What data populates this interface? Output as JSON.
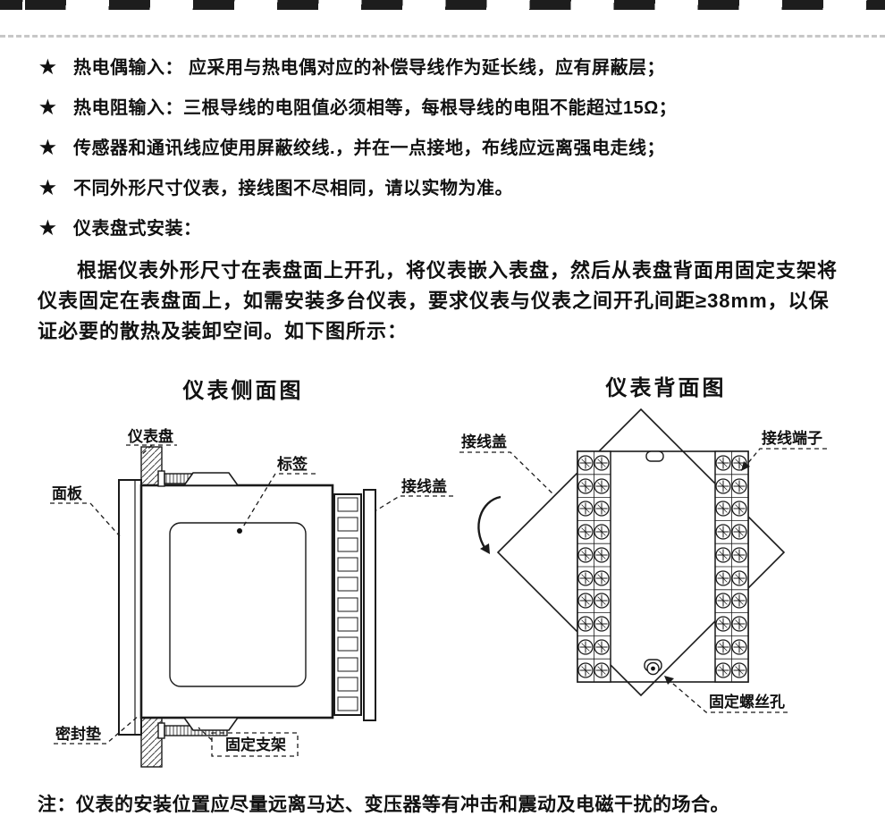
{
  "page": {
    "bullets": [
      {
        "marker": "★",
        "text": "热电偶输入： 应采用与热电偶对应的补偿导线作为延长线，应有屏蔽层；"
      },
      {
        "marker": "★",
        "text": "热电阻输入：三根导线的电阻值必须相等，每根导线的电阻不能超过15Ω；"
      },
      {
        "marker": "★",
        "text": "传感器和通讯线应使用屏蔽绞线.，并在一点接地，布线应远离强电走线；"
      },
      {
        "marker": "★",
        "text": "不同外形尺寸仪表，接线图不尽相同，请以实物为准。"
      },
      {
        "marker": "★",
        "text": "仪表盘式安装："
      }
    ],
    "install_paragraph": "根据仪表外形尺寸在表盘面上开孔，将仪表嵌入表盘，然后从表盘背面用固定支架将仪表固定在表盘面上，如需安装多台仪表，要求仪表与仪表之间开孔间距≥38mm，以保证必要的散热及装卸空间。如下图所示：",
    "note": "注：仪表的安装位置应尽量远离马达、变压器等有冲击和震动及电磁干扰的场合。"
  },
  "side_view": {
    "title": "仪表侧面图",
    "labels": {
      "panel_board": "仪表盘",
      "front_panel": "面板",
      "tag": "标签",
      "terminal_cover": "接线盖",
      "seal_gasket": "密封垫",
      "mount_bracket": "固定支架"
    }
  },
  "back_view": {
    "title": "仪表背面图",
    "labels": {
      "terminal_cover": "接线盖",
      "terminal_block": "接线端子",
      "fixing_screw_hole": "固定螺丝孔"
    }
  },
  "colors": {
    "ink": "#111111",
    "dash_rule": "#c7c7c7"
  }
}
